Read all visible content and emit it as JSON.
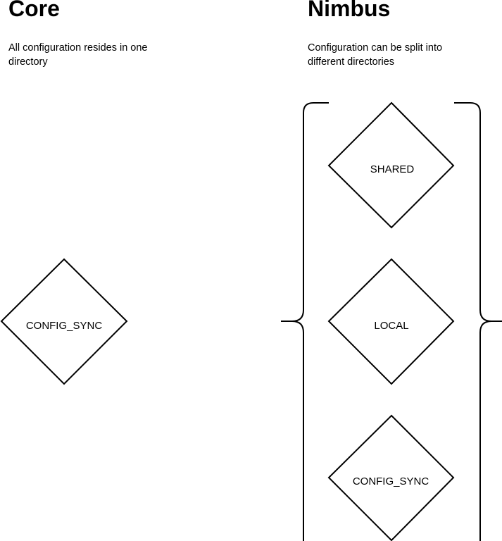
{
  "core": {
    "title": "Core",
    "description": "All configuration resides in one directory",
    "nodes": [
      "CONFIG_SYNC"
    ]
  },
  "nimbus": {
    "title": "Nimbus",
    "description": "Configuration can be split into different directories",
    "nodes": [
      "SHARED",
      "LOCAL",
      "CONFIG_SYNC"
    ]
  }
}
